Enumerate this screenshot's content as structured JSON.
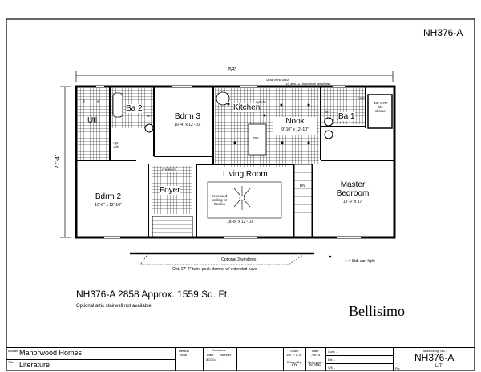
{
  "sheet": {
    "model_code": "NH376-A"
  },
  "plan": {
    "overall_width": "58'",
    "overall_depth": "27'-4\"",
    "top_note_door": "clearview door",
    "top_note_windows": "(2) 30x72 clearview windows",
    "rooms": {
      "utl": "Utl",
      "ba2": "Ba 2",
      "bdrm3": {
        "name": "Bdrm 3",
        "size": "10'-4\" x 12'-10\""
      },
      "kitchen": "Kitchen",
      "nook": {
        "name": "Nook",
        "size": "9'-10\" x 12'-10\""
      },
      "ba1": "Ba 1",
      "shower": "48\" x 72\" tile shower",
      "bdrm2": {
        "name": "Bdrm 2",
        "size": "10'-8\" x 12'-10\""
      },
      "foyer": "Foyer",
      "credenza": "credenza",
      "living": {
        "name": "Living Room",
        "size": "18'-8\" x 12'-10\""
      },
      "recessed": "recessed ceiling w/ beams",
      "master": {
        "name": "Master Bedroom",
        "size": "13'-9\" x 17'"
      }
    },
    "labels": {
      "d": "d",
      "w": "w",
      "lin": "lin",
      "lin2": "lin",
      "opt_wh": "opt. w/h",
      "dd": "DD",
      "opt_dw": "opt dw",
      "dn": "DN",
      "base": "base",
      "ref": "ref"
    },
    "optional_windows": "Optional  3 windows",
    "dormer_note": "Opt. 27'-4\" twin -peak dormer w/ extended eave",
    "legend": "● = Std. can light"
  },
  "summary": {
    "headline": "NH376-A 2858  Approx. 1559 Sq. Ft.",
    "note": "Optional attic stairwell not available.",
    "series_name": "Bellisimo"
  },
  "title_block": {
    "builder_label": "Builder",
    "builder": "Manorwood Homes",
    "title_label": "Title",
    "title": "Literature",
    "default_label": "Default",
    "default_value": "2858",
    "revisions_label": "Revisions",
    "rev_date_label": "Date",
    "rev_number_label": "Number",
    "rev_date": "8/22/14",
    "scale_label": "Scale:",
    "scale": "1/8\" = 1'-0\"",
    "drawn_by_label": "Drawn By:",
    "drawn_by": "OY",
    "date_label": "Date",
    "date": "7/8/14",
    "reference_label": "Reference:",
    "reference": "NONE",
    "cust_label": "Cust: -",
    "dlr_label": "Dlr:  -",
    "sn_label": "S/N  -",
    "model_label": "Model/Eng. No.:",
    "model": "NH376-A",
    "pg_label": "Pg:",
    "pg": "LIT"
  }
}
